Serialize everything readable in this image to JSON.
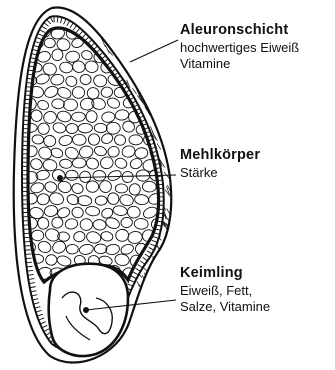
{
  "colors": {
    "ink": "#111111",
    "paper": "#ffffff"
  },
  "labels": {
    "aleuron": {
      "title": "Aleuronschicht",
      "lines": [
        "hochwertiges Eiweiß",
        "Vitamine"
      ]
    },
    "mehl": {
      "title": "Mehlkörper",
      "lines": [
        "Stärke"
      ]
    },
    "keim": {
      "title": "Keimling",
      "lines": [
        "Eiweiß, Fett,",
        "Salze, Vitamine"
      ]
    }
  }
}
